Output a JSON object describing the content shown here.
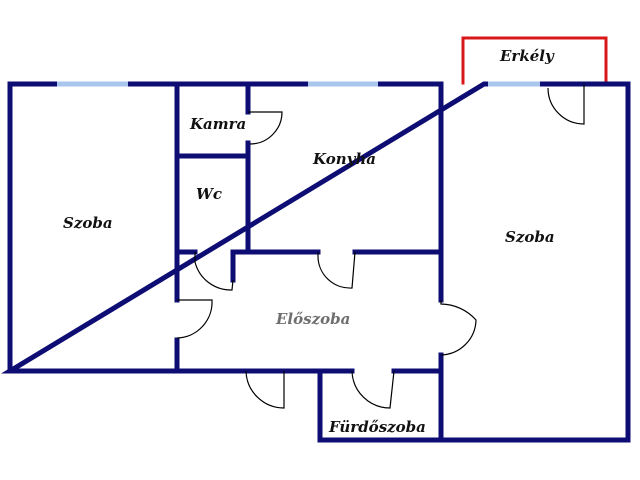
{
  "colors": {
    "wall": "#0d0d73",
    "balcony": "#d81818",
    "window": "#a9c6ec",
    "label": "#111111",
    "label_faint": "#6e6e6e",
    "background": "#ffffff"
  },
  "rooms": [
    {
      "id": "szoba-left",
      "label": "Szoba"
    },
    {
      "id": "kamra",
      "label": "Kamra"
    },
    {
      "id": "konyha",
      "label": "Konyha"
    },
    {
      "id": "wc",
      "label": "Wc"
    },
    {
      "id": "szoba-right",
      "label": "Szoba"
    },
    {
      "id": "eloszoba",
      "label": "Előszoba"
    },
    {
      "id": "furdoszoba",
      "label": "Fürdőszoba"
    },
    {
      "id": "erkely",
      "label": "Erkély"
    }
  ]
}
